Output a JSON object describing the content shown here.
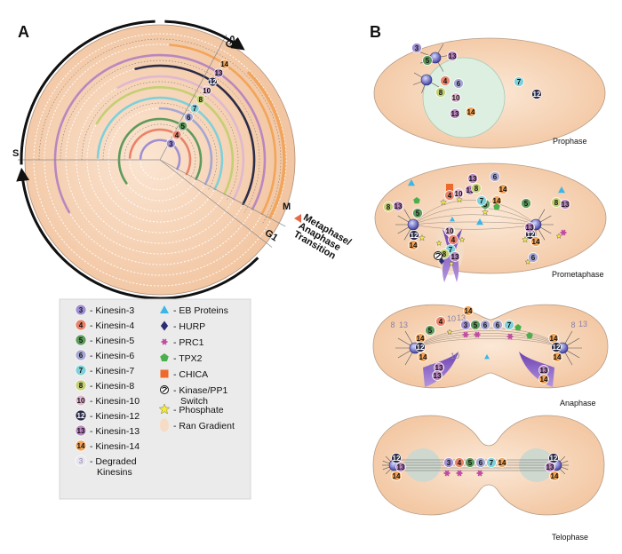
{
  "panels": {
    "a_label": "A",
    "b_label": "B"
  },
  "cycle": {
    "phases": {
      "s": "S",
      "g2": "G2",
      "m": "M",
      "g1": "G1"
    },
    "transition_label": [
      "Metaphase/",
      "Anaphase",
      "Transition"
    ],
    "ring_numbers": [
      "3",
      "4",
      "5",
      "6",
      "7",
      "8",
      "10",
      "12",
      "13",
      "14"
    ]
  },
  "cells": {
    "prophase": "Prophase",
    "prometaphase": "Prometaphase",
    "anaphase": "Anaphase",
    "telophase": "Telophase"
  },
  "legend": {
    "kinesins": [
      {
        "num": "3",
        "label": "- Kinesin-3"
      },
      {
        "num": "4",
        "label": "- Kinesin-4"
      },
      {
        "num": "5",
        "label": "- Kinesin-5"
      },
      {
        "num": "6",
        "label": "- Kinesin-6"
      },
      {
        "num": "7",
        "label": "- Kinesin-7"
      },
      {
        "num": "8",
        "label": "- Kinesin-8"
      },
      {
        "num": "10",
        "label": "- Kinesin-10"
      },
      {
        "num": "12",
        "label": "- Kinesin-12"
      },
      {
        "num": "13",
        "label": "- Kinesin-13"
      },
      {
        "num": "14",
        "label": "- Kinesin-14"
      }
    ],
    "degraded": {
      "num": "3",
      "label_lines": [
        "- Degraded",
        "Kinesins"
      ]
    },
    "others": [
      {
        "label_lines": [
          "- EB Proteins"
        ]
      },
      {
        "label_lines": [
          "- HURP"
        ]
      },
      {
        "label_lines": [
          "- PRC1"
        ]
      },
      {
        "label_lines": [
          "- TPX2"
        ]
      },
      {
        "label_lines": [
          "- CHICA"
        ]
      },
      {
        "label_lines": [
          "- Kinase/PP1",
          "Switch"
        ]
      },
      {
        "label_lines": [
          "- Phosphate"
        ]
      },
      {
        "label_lines": [
          "- Ran Gradient"
        ]
      }
    ]
  },
  "colors": {
    "k3": "#9f8fd2",
    "k4": "#e8836a",
    "k5": "#5e9a5c",
    "k6": "#a5a6d2",
    "k7": "#7fd0d8",
    "k8": "#c4cf73",
    "k10": "#e0b8cf",
    "k12": "#2c2c47",
    "k13": "#b987bf",
    "k14": "#f2a55a",
    "cytoplasm": "#f6d3b4",
    "nucleus": "#d9ecdf",
    "eb": "#3cb6e6",
    "hurp": "#2b2d74",
    "prc1": "#c04aa0",
    "tpx2": "#4bb04b",
    "chica": "#ef6a2a",
    "phosphate": "#f3ea3b"
  }
}
